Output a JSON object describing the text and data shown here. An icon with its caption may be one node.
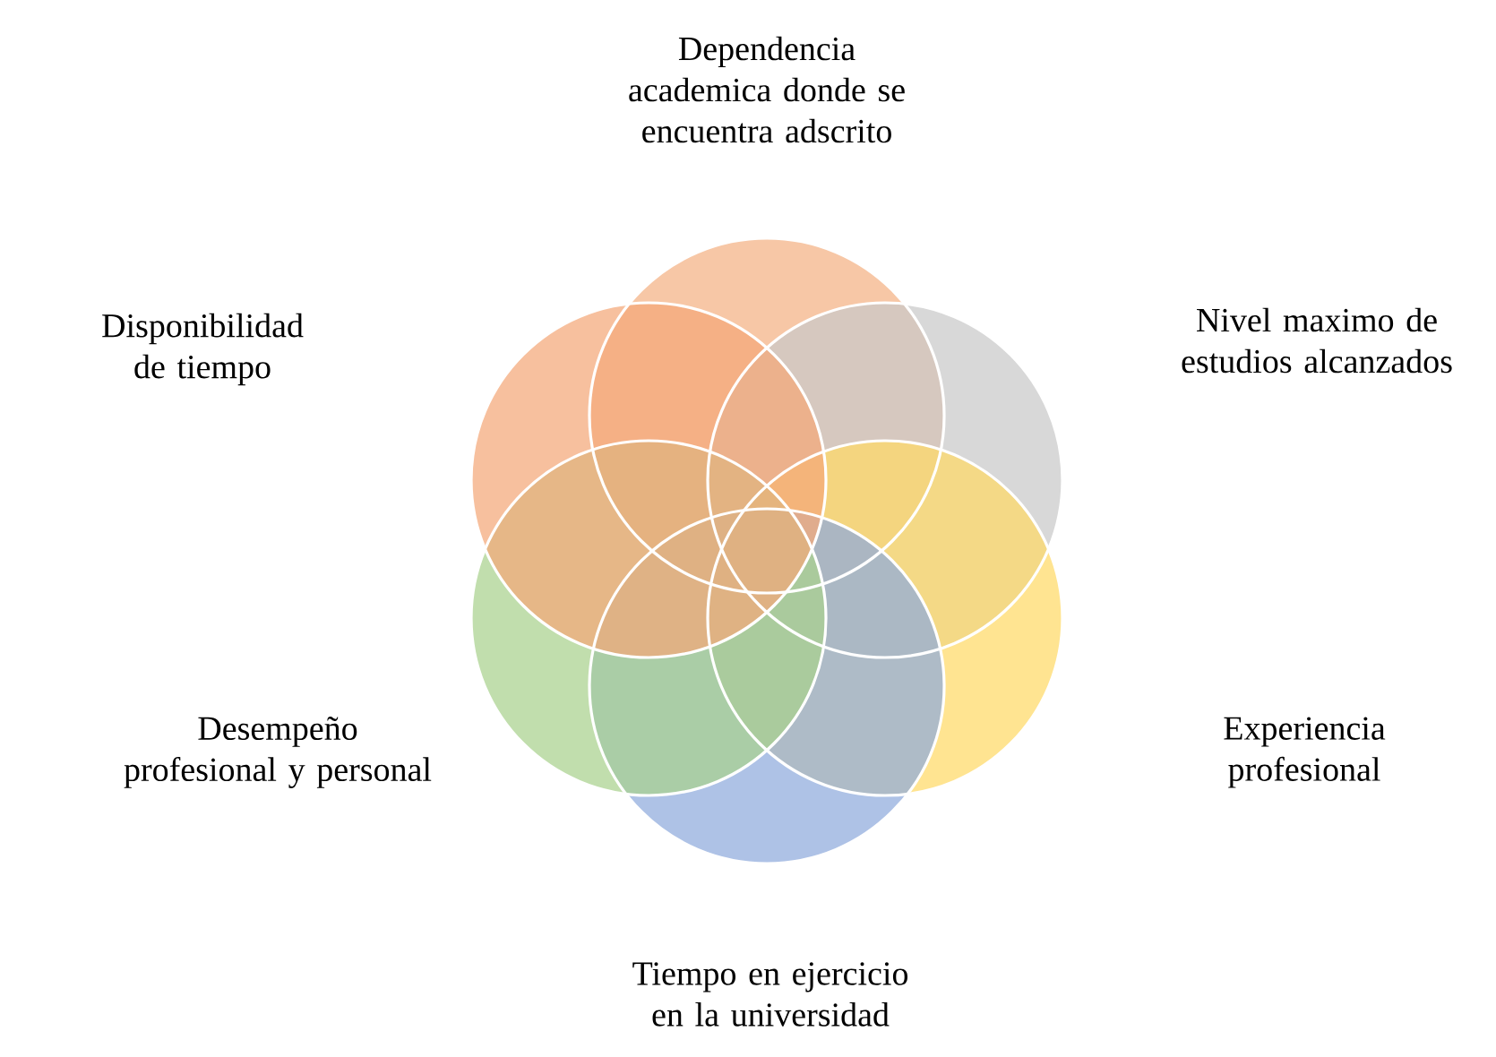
{
  "diagram": {
    "labels": [
      "Dependencia academica donde se encuentra adscrito",
      "Disponibilidad de tiempo",
      "Nivel maximo de estudios alcanzados",
      "Desempeño profesional y personal",
      "Experiencia profesional",
      "Tiempo en ejercicio en la universidad"
    ]
  }
}
